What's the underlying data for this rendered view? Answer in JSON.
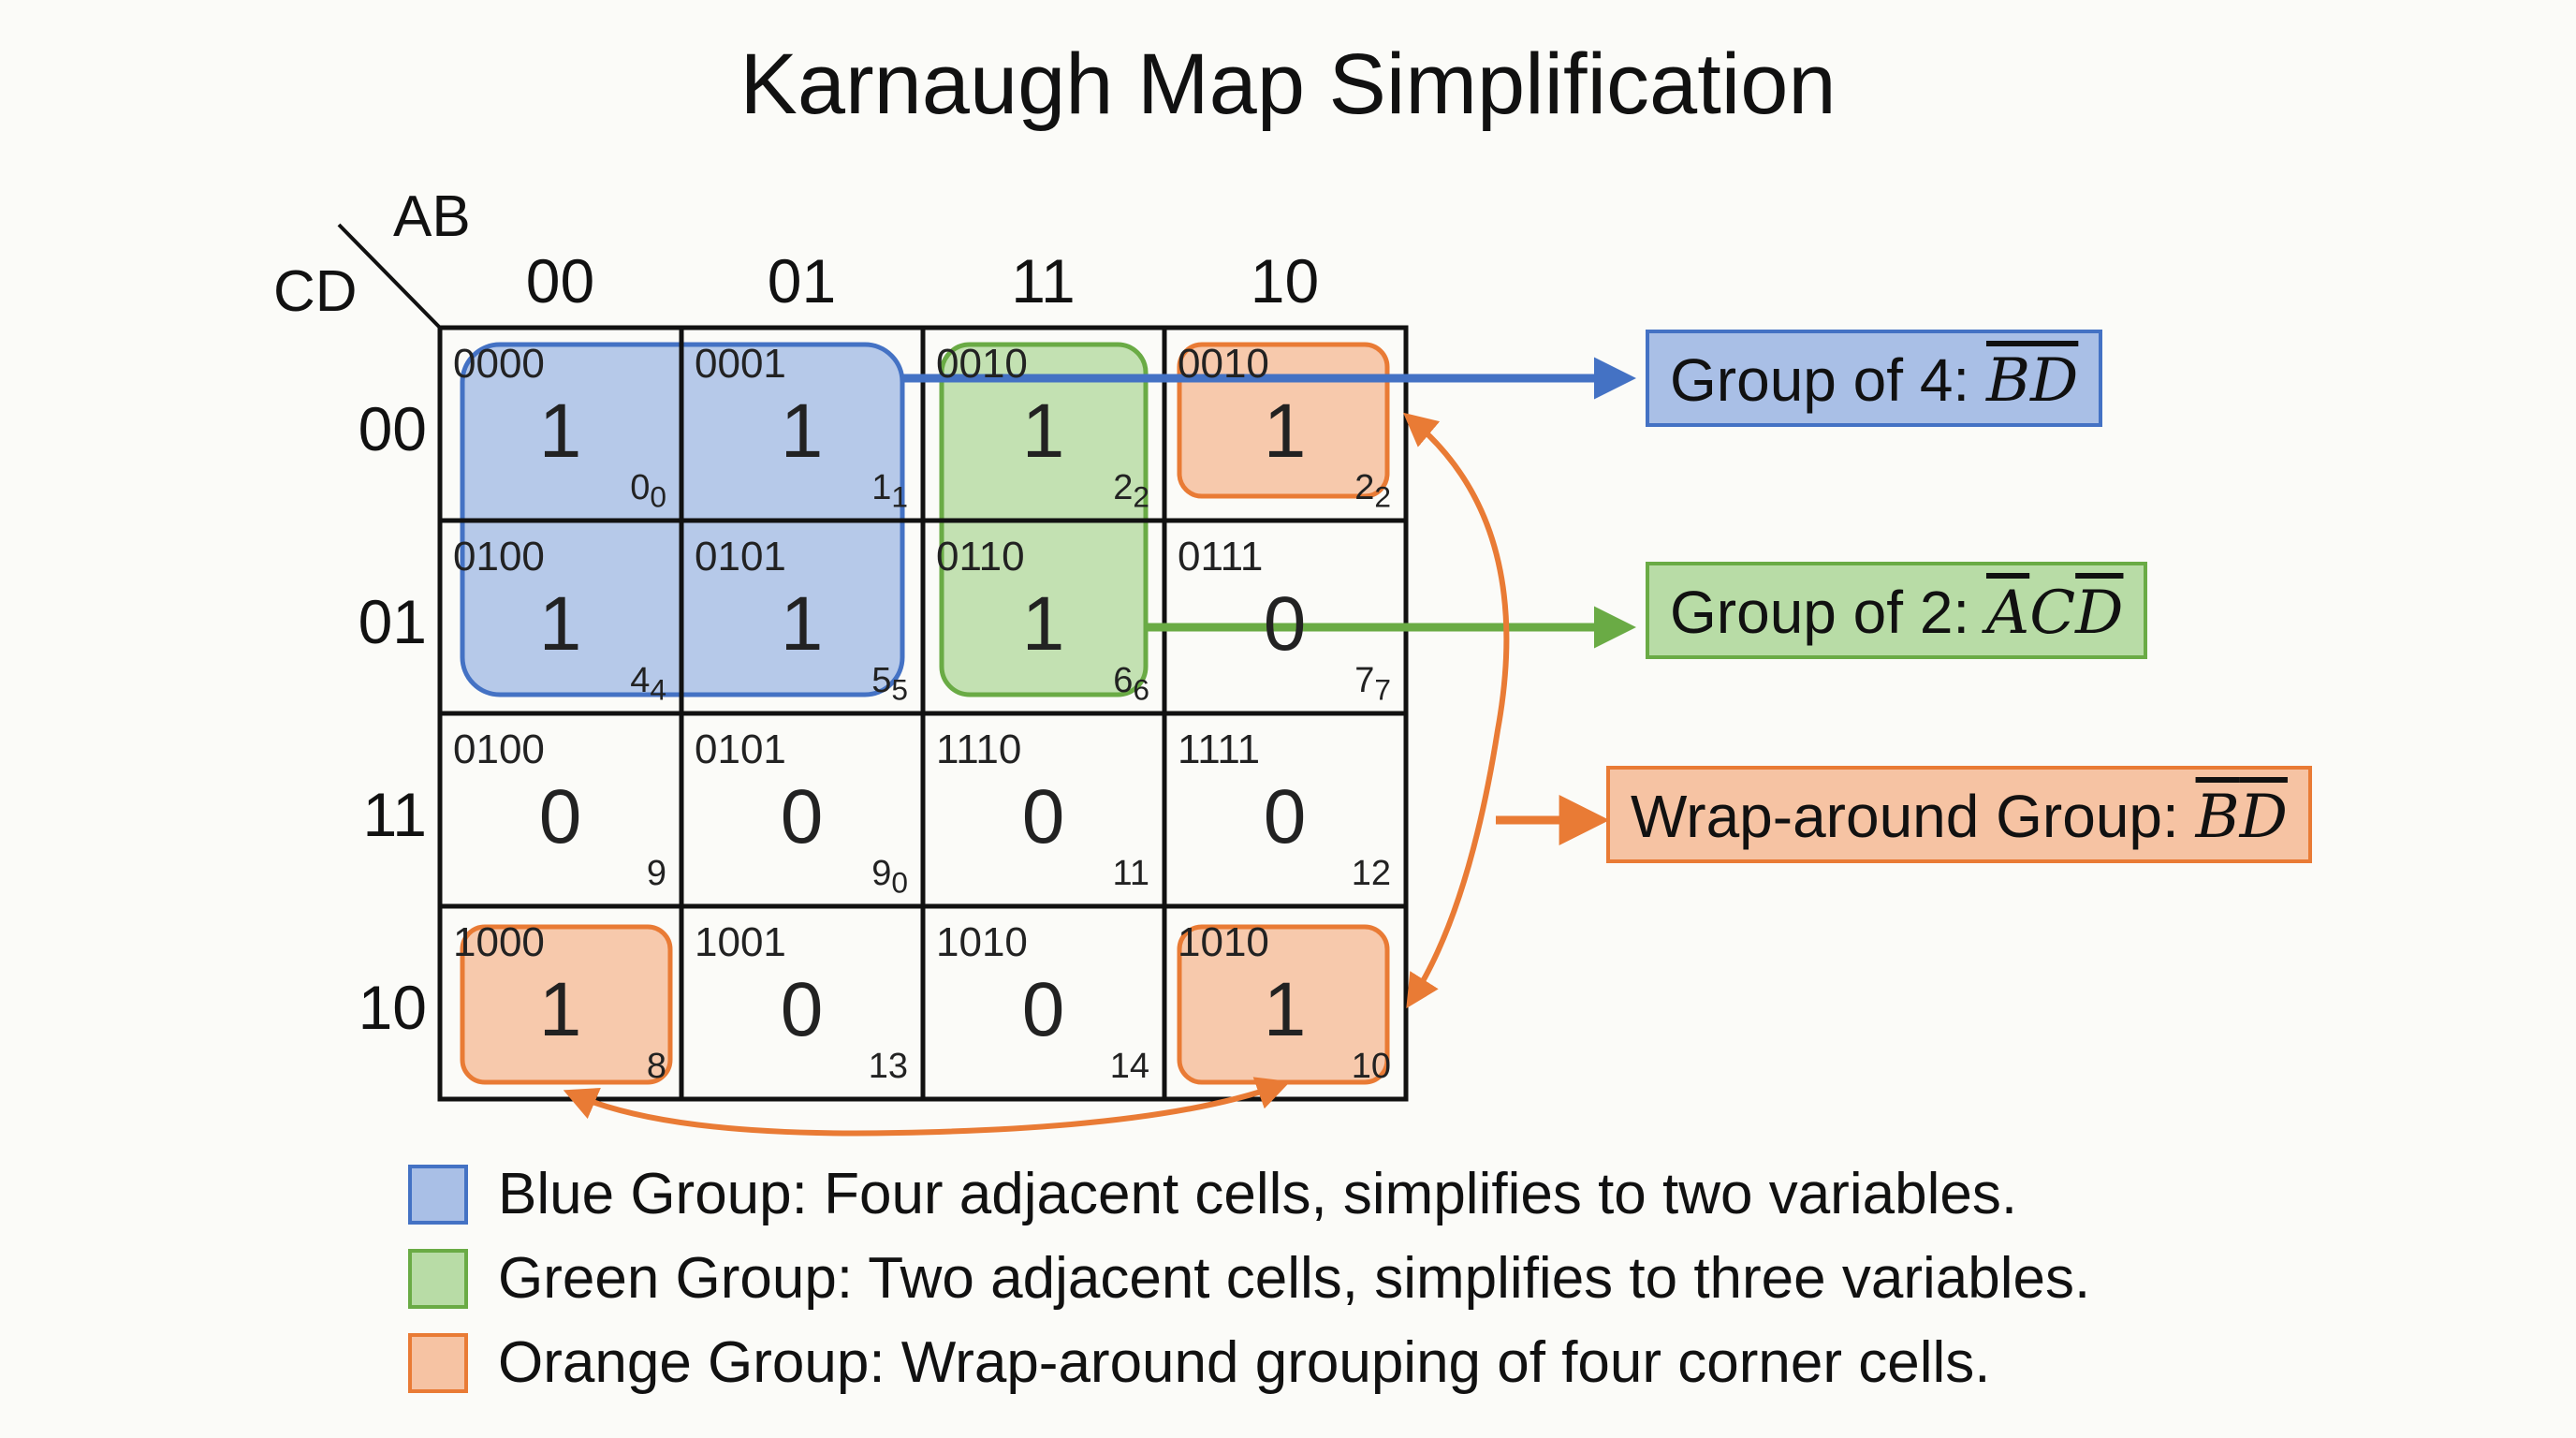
{
  "title": "Karnaugh Map Simplification",
  "axis": {
    "columns_var": "AB",
    "rows_var": "CD"
  },
  "column_headers": [
    "00",
    "01",
    "11",
    "10"
  ],
  "row_headers": [
    "00",
    "01",
    "11",
    "10"
  ],
  "cells": [
    [
      {
        "code": "0000",
        "value": "1",
        "index": "0",
        "sub": "0"
      },
      {
        "code": "0001",
        "value": "1",
        "index": "1",
        "sub": "1"
      },
      {
        "code": "0010",
        "value": "1",
        "index": "2",
        "sub": "2"
      },
      {
        "code": "0010",
        "value": "1",
        "index": "2",
        "sub": "2"
      }
    ],
    [
      {
        "code": "0100",
        "value": "1",
        "index": "4",
        "sub": "4"
      },
      {
        "code": "0101",
        "value": "1",
        "index": "5",
        "sub": "5"
      },
      {
        "code": "0110",
        "value": "1",
        "index": "6",
        "sub": "6"
      },
      {
        "code": "0111",
        "value": "0",
        "index": "7",
        "sub": "7"
      }
    ],
    [
      {
        "code": "0100",
        "value": "0",
        "index": "9",
        "sub": ""
      },
      {
        "code": "0101",
        "value": "0",
        "index": "9",
        "sub": "0"
      },
      {
        "code": "1110",
        "value": "0",
        "index": "11",
        "sub": ""
      },
      {
        "code": "1111",
        "value": "0",
        "index": "12",
        "sub": ""
      }
    ],
    [
      {
        "code": "1000",
        "value": "1",
        "index": "8",
        "sub": ""
      },
      {
        "code": "1001",
        "value": "0",
        "index": "13",
        "sub": ""
      },
      {
        "code": "1010",
        "value": "0",
        "index": "14",
        "sub": ""
      },
      {
        "code": "1010",
        "value": "1",
        "index": "10",
        "sub": ""
      }
    ]
  ],
  "group_labels": {
    "blue": {
      "text": "Group of 4: ",
      "expr_letters": [
        "B",
        "D"
      ],
      "overlined": [
        true,
        true
      ]
    },
    "green": {
      "text": "Group of 2: ",
      "expr_letters": [
        "A",
        "C",
        "D"
      ],
      "overlined": [
        true,
        false,
        true
      ]
    },
    "orange": {
      "text": "Wrap-around Group: ",
      "expr_letters": [
        "B",
        "D"
      ],
      "overlined": [
        true,
        true
      ]
    }
  },
  "legend": [
    {
      "text": "Blue Group: Four adjacent cells, simplifies to two variables."
    },
    {
      "text": "Green Group: Two adjacent cells, simplifies to three variables."
    },
    {
      "text": "Orange Group: Wrap-around grouping of four corner cells."
    }
  ],
  "colors": {
    "blue_fill": "#a9bfe6",
    "blue_stroke": "#4472c4",
    "green_fill": "#b8dca6",
    "green_stroke": "#6aab45",
    "orange_fill": "#f6c3a3",
    "orange_stroke": "#e97b35",
    "grid": "#111111",
    "background": "#fbfbf8"
  }
}
